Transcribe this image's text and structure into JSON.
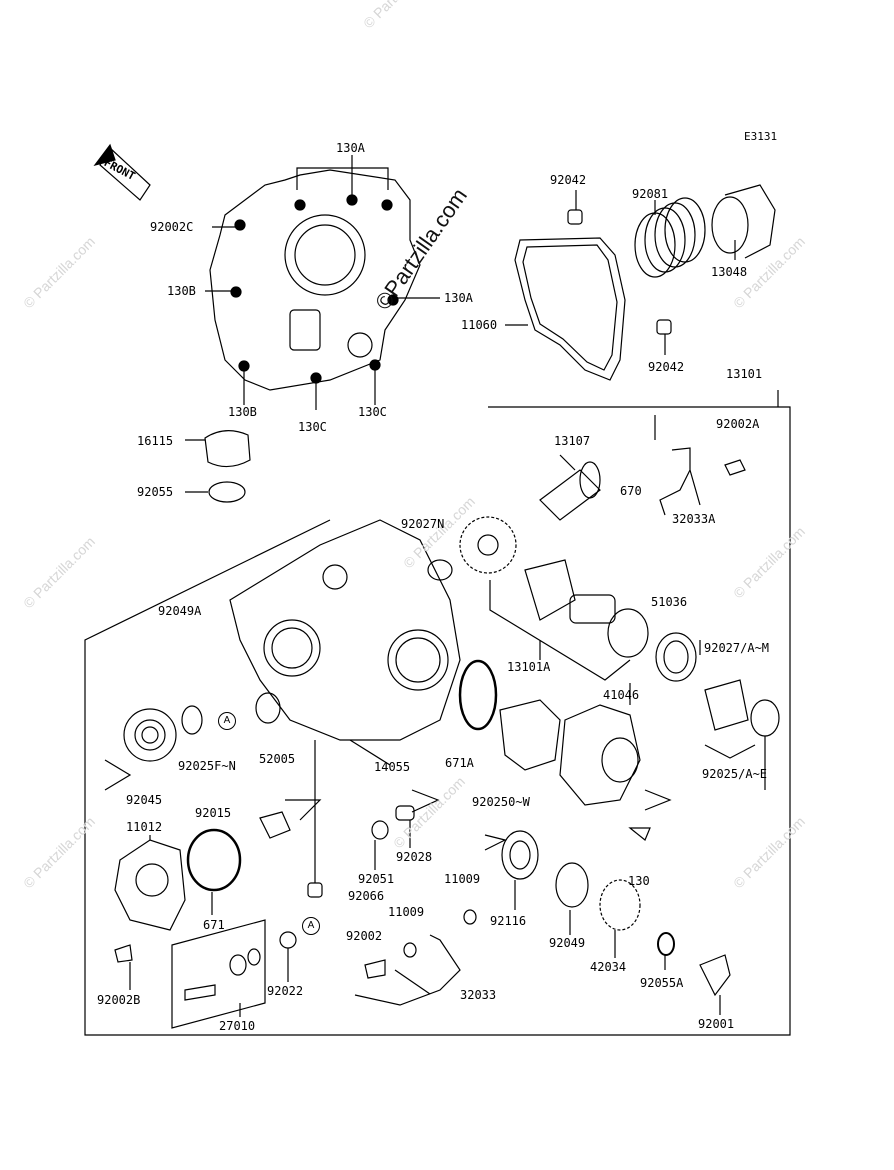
{
  "diagram_code": "E3131",
  "front_label": "FRONT",
  "watermark_main": "©Partzilla.com",
  "watermark_small": "© Partzilla.com",
  "ref_marker": "A",
  "labels": {
    "l130A_top": "130A",
    "l92002C": "92002C",
    "l130B_l": "130B",
    "l130A_r": "130A",
    "l130B_b": "130B",
    "l130C_m": "130C",
    "l130C_r": "130C",
    "l92042_t": "92042",
    "l92081": "92081",
    "l13048": "13048",
    "l11060": "11060",
    "l92042_b": "92042",
    "l13101": "13101",
    "l92002A": "92002A",
    "l16115": "16115",
    "l92055": "92055",
    "l13107": "13107",
    "l670": "670",
    "l92027N": "92027N",
    "l32033A": "32033A",
    "l92049A": "92049A",
    "l51036": "51036",
    "l92027AM": "92027/A~M",
    "l13101A": "13101A",
    "l41046": "41046",
    "l92025FN": "92025F~N",
    "l52005": "52005",
    "l14055": "14055",
    "l671A": "671A",
    "l92025AE": "92025/A~E",
    "l92045": "92045",
    "l920250W": "920250~W",
    "l92015": "92015",
    "l11012": "11012",
    "l92028": "92028",
    "l130": "130",
    "l92051": "92051",
    "l11009_a": "11009",
    "l92066": "92066",
    "l671": "671",
    "l11009_b": "11009",
    "l92116": "92116",
    "l92049": "92049",
    "l92002": "92002",
    "l42034": "42034",
    "l92055A": "92055A",
    "l92002B": "92002B",
    "l92022": "92022",
    "l32033": "32033",
    "l27010": "27010",
    "l92001": "92001"
  }
}
